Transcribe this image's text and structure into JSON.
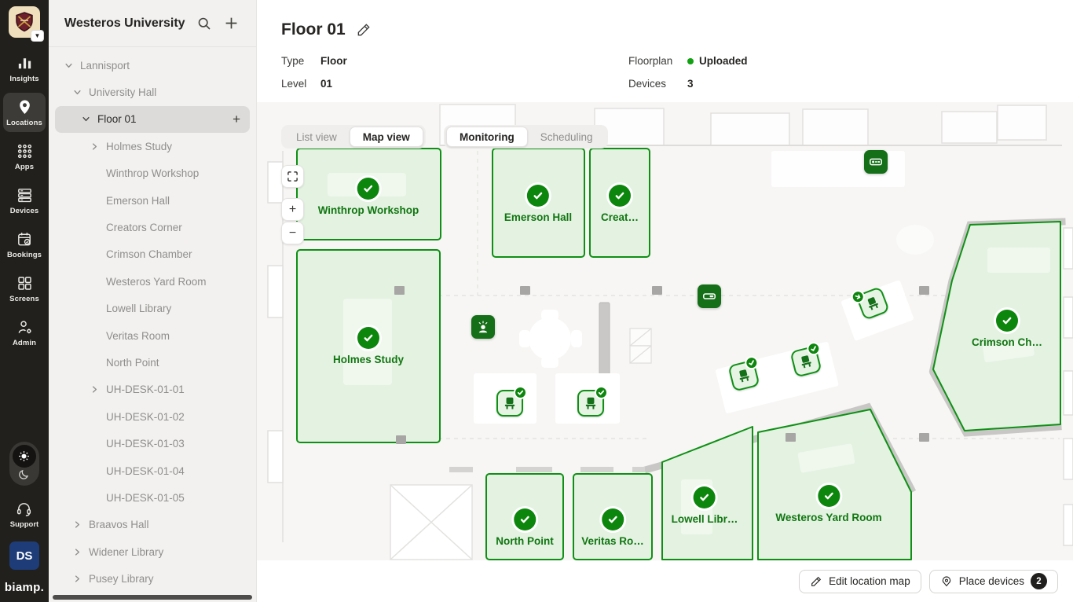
{
  "nav_rail": {
    "items": [
      {
        "id": "insights",
        "label": "Insights"
      },
      {
        "id": "locations",
        "label": "Locations",
        "active": true
      },
      {
        "id": "apps",
        "label": "Apps"
      },
      {
        "id": "devices",
        "label": "Devices"
      },
      {
        "id": "bookings",
        "label": "Bookings"
      },
      {
        "id": "screens",
        "label": "Screens"
      },
      {
        "id": "admin",
        "label": "Admin"
      }
    ],
    "theme_toggle": {
      "active": "light"
    },
    "support_label": "Support",
    "avatar_initials": "DS",
    "brand_label": "biamp."
  },
  "sidebar": {
    "title": "Westeros University",
    "tree": [
      {
        "label": "Lannisport",
        "depth": 0,
        "chevron": "down"
      },
      {
        "label": "University Hall",
        "depth": 1,
        "chevron": "down"
      },
      {
        "label": "Floor 01",
        "depth": 2,
        "chevron": "down",
        "selected": true,
        "add_action": "+"
      },
      {
        "label": "Holmes Study",
        "depth": 3,
        "chevron": "right"
      },
      {
        "label": "Winthrop Workshop",
        "depth": 3
      },
      {
        "label": "Emerson Hall",
        "depth": 3
      },
      {
        "label": "Creators Corner",
        "depth": 3
      },
      {
        "label": "Crimson Chamber",
        "depth": 3
      },
      {
        "label": "Westeros Yard Room",
        "depth": 3
      },
      {
        "label": "Lowell Library",
        "depth": 3
      },
      {
        "label": "Veritas Room",
        "depth": 3
      },
      {
        "label": "North Point",
        "depth": 3
      },
      {
        "label": "UH-DESK-01-01",
        "depth": 3,
        "chevron": "right"
      },
      {
        "label": "UH-DESK-01-02",
        "depth": 3
      },
      {
        "label": "UH-DESK-01-03",
        "depth": 3
      },
      {
        "label": "UH-DESK-01-04",
        "depth": 3
      },
      {
        "label": "UH-DESK-01-05",
        "depth": 3
      },
      {
        "label": "Braavos Hall",
        "depth": 1,
        "chevron": "right"
      },
      {
        "label": "Widener Library",
        "depth": 1,
        "chevron": "right"
      },
      {
        "label": "Pusey Library",
        "depth": 1,
        "chevron": "right"
      }
    ]
  },
  "header": {
    "title": "Floor 01",
    "meta_left": [
      {
        "label": "Type",
        "value": "Floor"
      },
      {
        "label": "Level",
        "value": "01"
      }
    ],
    "meta_right": [
      {
        "label": "Floorplan",
        "value": "Uploaded",
        "dot_color": "#12a112"
      },
      {
        "label": "Devices",
        "value": "3"
      }
    ]
  },
  "map": {
    "view_tabs": [
      {
        "label": "List view",
        "active": false
      },
      {
        "label": "Map view",
        "active": true
      }
    ],
    "mode_tabs": [
      {
        "label": "Monitoring",
        "active": true
      },
      {
        "label": "Scheduling",
        "active": false
      }
    ],
    "zoom": {
      "zoom_in_label": "+",
      "zoom_out_label": "−"
    },
    "rooms": [
      {
        "id": "winthrop-workshop",
        "label": "Winthrop Workshop",
        "status": "ok"
      },
      {
        "id": "emerson-hall",
        "label": "Emerson Hall",
        "status": "ok"
      },
      {
        "id": "creators-corner",
        "label": "Creat…",
        "status": "ok"
      },
      {
        "id": "holmes-study",
        "label": "Holmes Study",
        "status": "ok"
      },
      {
        "id": "crimson-chamber",
        "label": "Crimson Ch…",
        "status": "ok"
      },
      {
        "id": "lowell-library",
        "label": "Lowell Libr…",
        "status": "ok"
      },
      {
        "id": "westeros-yard-room",
        "label": "Westeros Yard Room",
        "status": "ok"
      },
      {
        "id": "north-point",
        "label": "North Point",
        "status": "ok"
      },
      {
        "id": "veritas-room",
        "label": "Veritas Ro…",
        "status": "ok"
      }
    ],
    "devices": [
      {
        "id": "occupancy-sensor-1",
        "type": "occupancy-sensor"
      },
      {
        "id": "videobar-1",
        "type": "videobar"
      },
      {
        "id": "camera-bar-1",
        "type": "camera-bar"
      },
      {
        "id": "desk-1",
        "type": "desk",
        "badge": "check"
      },
      {
        "id": "desk-2",
        "type": "desk",
        "badge": "check"
      },
      {
        "id": "desk-3",
        "type": "desk",
        "badge": "check"
      },
      {
        "id": "desk-4",
        "type": "desk",
        "badge": "check"
      },
      {
        "id": "desk-5",
        "type": "desk",
        "badge": "arrow"
      }
    ]
  },
  "footer": {
    "buttons": [
      {
        "id": "edit-location-map",
        "label": "Edit location map",
        "icon": "pencil"
      },
      {
        "id": "place-devices",
        "label": "Place devices",
        "icon": "location-pin",
        "badge": "2"
      }
    ]
  },
  "colors": {
    "accent_green_border": "#0f9015",
    "room_fill": "#e3f2e1",
    "device_dark_green": "#156f18",
    "status_dot_green": "#12a112",
    "badge_black": "#201f1d"
  }
}
